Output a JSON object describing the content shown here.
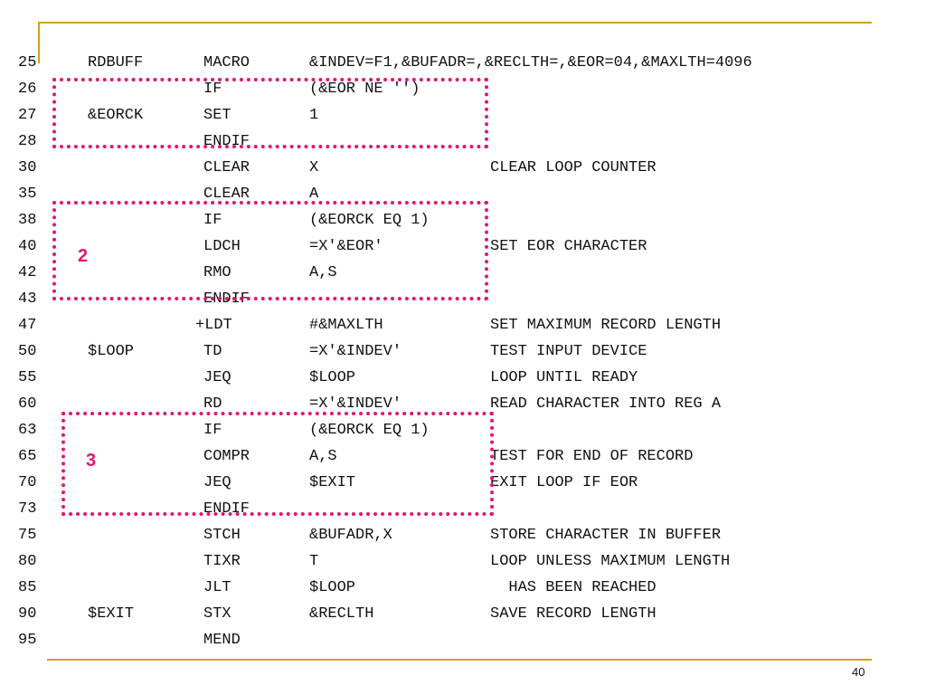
{
  "slide": {
    "page_number": "40",
    "rule_color": "#d4a017",
    "highlight_color": "#e2156f"
  },
  "boxes": [
    {
      "label": ""
    },
    {
      "label": "2"
    },
    {
      "label": "3"
    }
  ],
  "lines": [
    {
      "num": "25",
      "label": "RDBUFF",
      "op": "MACRO",
      "operand": "&INDEV=F1,&BUFADR=,&RECLTH=,&EOR=04,&MAXLTH=4096",
      "comment": ""
    },
    {
      "num": "26",
      "label": "",
      "op": "IF",
      "operand": "(&EOR NE '')",
      "comment": ""
    },
    {
      "num": "27",
      "label": "&EORCK",
      "op": "SET",
      "operand": "1",
      "comment": ""
    },
    {
      "num": "28",
      "label": "",
      "op": "ENDIF",
      "operand": "",
      "comment": ""
    },
    {
      "num": "30",
      "label": "",
      "op": "CLEAR",
      "operand": "X",
      "comment": "CLEAR LOOP COUNTER"
    },
    {
      "num": "35",
      "label": "",
      "op": "CLEAR",
      "operand": "A",
      "comment": ""
    },
    {
      "num": "38",
      "label": "",
      "op": "IF",
      "operand": "(&EORCK EQ 1)",
      "comment": ""
    },
    {
      "num": "40",
      "label": "",
      "op": "LDCH",
      "operand": "=X'&EOR'",
      "comment": "SET EOR CHARACTER"
    },
    {
      "num": "42",
      "label": "",
      "op": "RMO",
      "operand": "A,S",
      "comment": ""
    },
    {
      "num": "43",
      "label": "",
      "op": "ENDIF",
      "operand": "",
      "comment": ""
    },
    {
      "num": "47",
      "label": "",
      "op": "+LDT",
      "operand": "#&MAXLTH",
      "comment": "SET MAXIMUM RECORD LENGTH"
    },
    {
      "num": "50",
      "label": "$LOOP",
      "op": "TD",
      "operand": "=X'&INDEV'",
      "comment": "TEST INPUT DEVICE"
    },
    {
      "num": "55",
      "label": "",
      "op": "JEQ",
      "operand": "$LOOP",
      "comment": "LOOP UNTIL READY"
    },
    {
      "num": "60",
      "label": "",
      "op": "RD",
      "operand": "=X'&INDEV'",
      "comment": "READ CHARACTER INTO REG A"
    },
    {
      "num": "63",
      "label": "",
      "op": "IF",
      "operand": "(&EORCK EQ 1)",
      "comment": ""
    },
    {
      "num": "65",
      "label": "",
      "op": "COMPR",
      "operand": "A,S",
      "comment": "TEST FOR END OF RECORD"
    },
    {
      "num": "70",
      "label": "",
      "op": "JEQ",
      "operand": "$EXIT",
      "comment": "EXIT LOOP IF EOR"
    },
    {
      "num": "73",
      "label": "",
      "op": "ENDIF",
      "operand": "",
      "comment": ""
    },
    {
      "num": "75",
      "label": "",
      "op": "STCH",
      "operand": "&BUFADR,X",
      "comment": "STORE CHARACTER IN BUFFER"
    },
    {
      "num": "80",
      "label": "",
      "op": "TIXR",
      "operand": "T",
      "comment": "LOOP UNLESS MAXIMUM LENGTH"
    },
    {
      "num": "85",
      "label": "",
      "op": "JLT",
      "operand": "$LOOP",
      "comment": "  HAS BEEN REACHED"
    },
    {
      "num": "90",
      "label": "$EXIT",
      "op": "STX",
      "operand": "&RECLTH",
      "comment": "SAVE RECORD LENGTH"
    },
    {
      "num": "95",
      "label": "",
      "op": "MEND",
      "operand": "",
      "comment": ""
    }
  ]
}
